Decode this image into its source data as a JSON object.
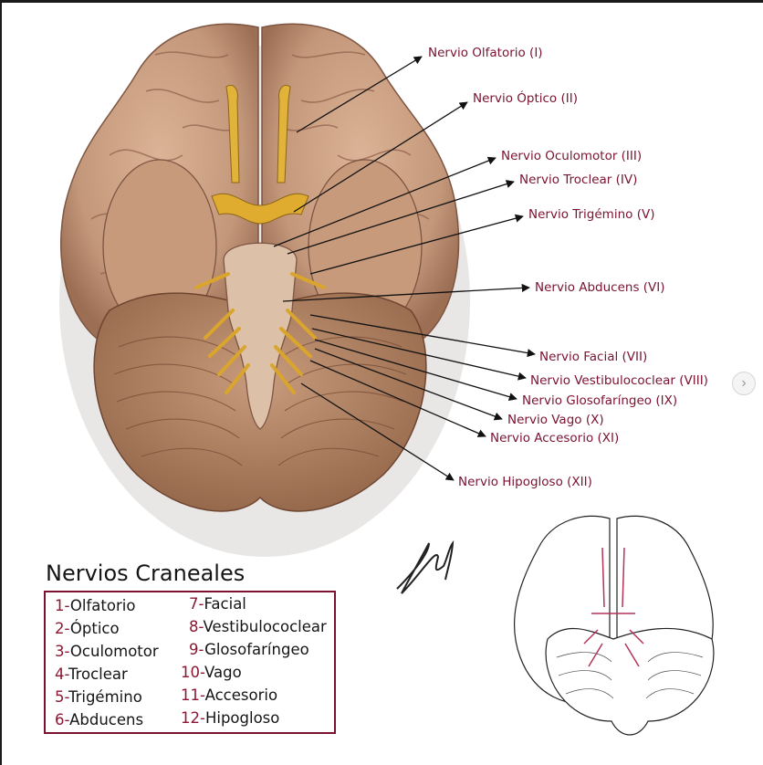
{
  "labels": [
    "Nervio Olfatorio (I)",
    "Nervio Óptico (II)",
    "Nervio Oculomotor (III)",
    "Nervio Troclear (IV)",
    "Nervio Trigémino (V)",
    "Nervio Abducens (VI)",
    "Nervio Facial (VII)",
    "Nervio Vestibulococlear (VIII)",
    "Nervio Glosofaríngeo (IX)",
    "Nervio Vago (X)",
    "Nervio Accesorio (XI)",
    "Nervio Hipogloso (XII)"
  ],
  "legend": {
    "title": "Nervios Craneales",
    "items": [
      {
        "num": "1-",
        "name": "Olfatorio"
      },
      {
        "num": "2-",
        "name": "Óptico"
      },
      {
        "num": "3-",
        "name": "Oculomotor"
      },
      {
        "num": "4-",
        "name": "Troclear"
      },
      {
        "num": "5-",
        "name": "Trigémino"
      },
      {
        "num": "6-",
        "name": "Abducens"
      },
      {
        "num": "7-",
        "name": "Facial"
      },
      {
        "num": "8-",
        "name": "Vestibulococlear"
      },
      {
        "num": "9-",
        "name": "Glosofaríngeo"
      },
      {
        "num": "10-",
        "name": "Vago"
      },
      {
        "num": "11-",
        "name": "Accesorio"
      },
      {
        "num": "12-",
        "name": "Hipogloso"
      }
    ]
  },
  "colors": {
    "label_text": "#7a1230",
    "legend_border": "#7a1230",
    "brain_fill": "#c99b7e",
    "nerve_fill": "#d9a52c",
    "cerebellum_fill": "#b08263"
  },
  "icons": {
    "nav": "chevron-right-icon",
    "signature": "artist-signature"
  }
}
